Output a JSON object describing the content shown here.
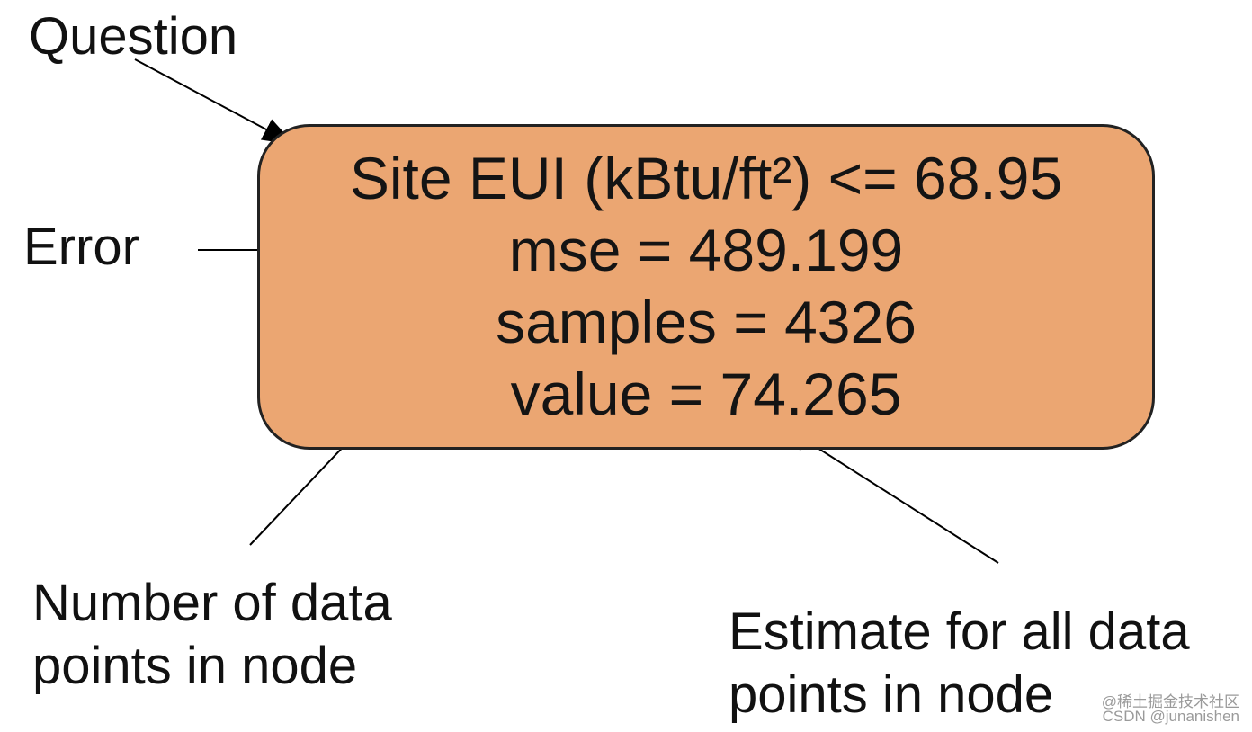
{
  "labels": {
    "question": "Question",
    "error": "Error",
    "num_points_line1": "Number of data",
    "num_points_line2": "points in node",
    "estimate_line1": "Estimate for all data",
    "estimate_line2": "points in node"
  },
  "node": {
    "question": "Site EUI (kBtu/ft²) <= 68.95",
    "mse": "mse = 489.199",
    "samples": "samples = 4326",
    "value": "value = 74.265",
    "fill_color": "#eba672"
  },
  "watermark": {
    "line1": "@稀土掘金技术社区",
    "line2": "CSDN @junanishen"
  }
}
